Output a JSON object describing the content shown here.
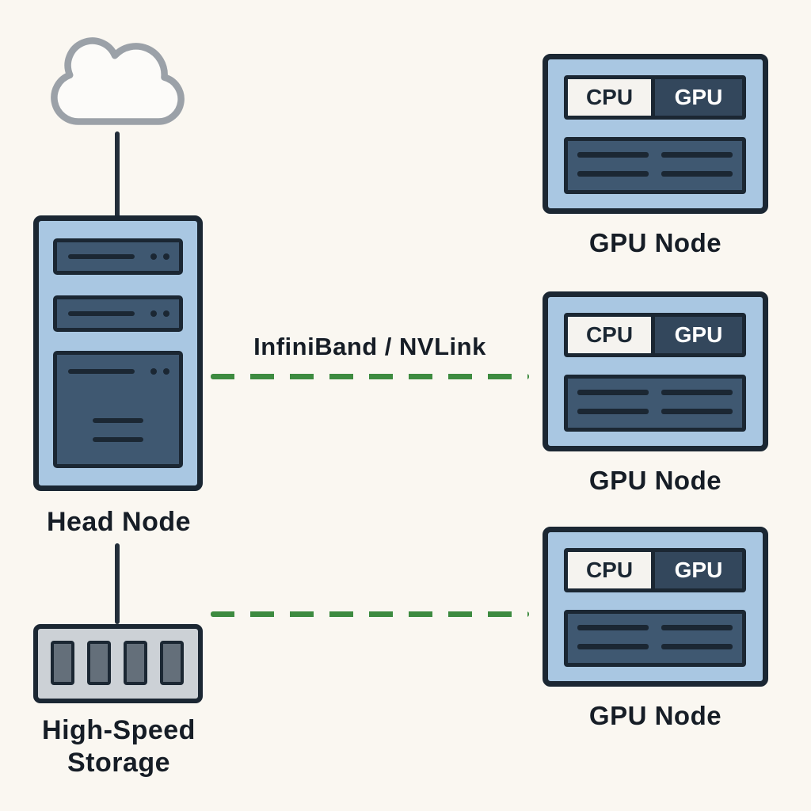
{
  "diagram": {
    "interconnect_label": "InfiniBand / NVLink",
    "head_node": {
      "label": "Head Node"
    },
    "storage": {
      "label_line1": "High-Speed",
      "label_line2": "Storage"
    },
    "gpu_nodes": [
      {
        "label": "GPU Node",
        "cpu_label": "CPU",
        "gpu_label": "GPU"
      },
      {
        "label": "GPU Node",
        "cpu_label": "CPU",
        "gpu_label": "GPU"
      },
      {
        "label": "GPU Node",
        "cpu_label": "CPU",
        "gpu_label": "GPU"
      }
    ],
    "icons": {
      "cloud": "cloud-outline",
      "head_node": "rack-server-tower",
      "storage": "storage-array",
      "gpu_node": "server-board-cpu-gpu"
    },
    "colors": {
      "background": "#faf7f1",
      "node_fill": "#a9c7e2",
      "panel_fill": "#3f5871",
      "chip_dark": "#33475c",
      "cpu_chip_fill": "#f5f3ef",
      "border": "#1b2733",
      "storage_fill": "#ccd1d6",
      "storage_slot": "#646f7a",
      "link_green": "#3d8b40",
      "connector": "#232e3a",
      "text": "#161d26",
      "cloud_stroke": "#9ba1a8",
      "cloud_fill": "#fcfbf9"
    }
  }
}
